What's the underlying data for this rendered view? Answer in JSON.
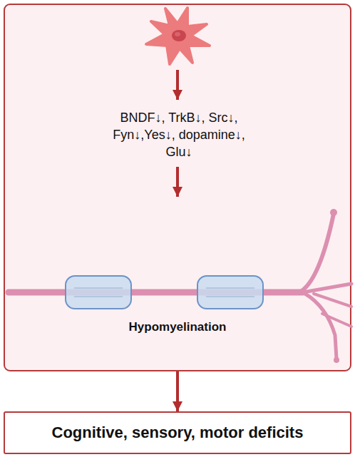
{
  "diagram": {
    "nodes": [
      {
        "text": [
          "BNDF↓, TrkB↓, Src↓, Fyn↓,Yes↓, dopamine↓, Glu↓",
          "Hypomyelination"
        ]
      },
      {
        "text": [
          "Cognitive, sensory, motor deficits"
        ]
      }
    ],
    "edges": [
      {
        "from": 0,
        "to": 1,
        "arrow": "to"
      }
    ]
  }
}
